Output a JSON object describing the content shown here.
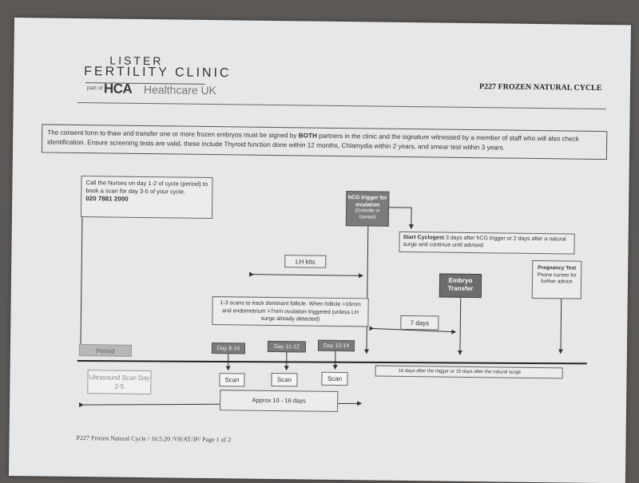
{
  "header": {
    "logo_line1": "LISTER",
    "logo_line2": "FERTILITY CLINIC",
    "logo_partof": "part of",
    "logo_hca": "HCA",
    "logo_healthcare": "Healthcare UK",
    "form_code": "P227 FROZEN NATURAL CYCLE"
  },
  "consent": {
    "text_before": "The consent form to thaw and transfer one or more frozen embryos must be signed by ",
    "text_bold": "BOTH",
    "text_after": " partners in the clinic and the signature witnessed by a member of staff who will also check identification. Ensure screening tests are valid, these include Thyroid function done within 12 months, Chlamydia within 2 years, and smear test within 3 years."
  },
  "flow": {
    "call_nurses": "Call the Nurses on day 1-2 of cycle (period) to book a scan for day 3-5 of your cycle.",
    "call_phone": "020 7881 2000",
    "hcg_title": "hCG trigger for ovulation",
    "hcg_sub": "(Ovitrelle or Gonasi)",
    "cyclogest_bold": "Start Cyclogest",
    "cyclogest_text": " 3 days after hCG trigger or 2 days after a natural surge and continue until advised",
    "lh_kits": "LH kits",
    "pregnancy_title": "Pregnancy Test",
    "pregnancy_text": "Phone nurses for further advice",
    "embryo_transfer": "Embryo Transfer",
    "scans_track": "1-3 scans to track dominant follicle. When follicle >16mm and endometrium >7mm ovulation triggered (unless LH surge already detected)",
    "seven_days": "7 days",
    "period": "Period",
    "day_boxes": [
      "Day 8-10",
      "Day 11-12",
      "Day 13-14"
    ],
    "ultrasound": "Ultrasound Scan Day 2-5",
    "scan_label": "Scan",
    "sixteen_days": "16 days after the trigger or 15 days after the natural surge",
    "approx": "Approx 10 - 16 days"
  },
  "footer": {
    "text": "P227 Frozen  Natural Cycle / 16.5.20 /V8/AT/JP/ Page 1 of 2"
  }
}
